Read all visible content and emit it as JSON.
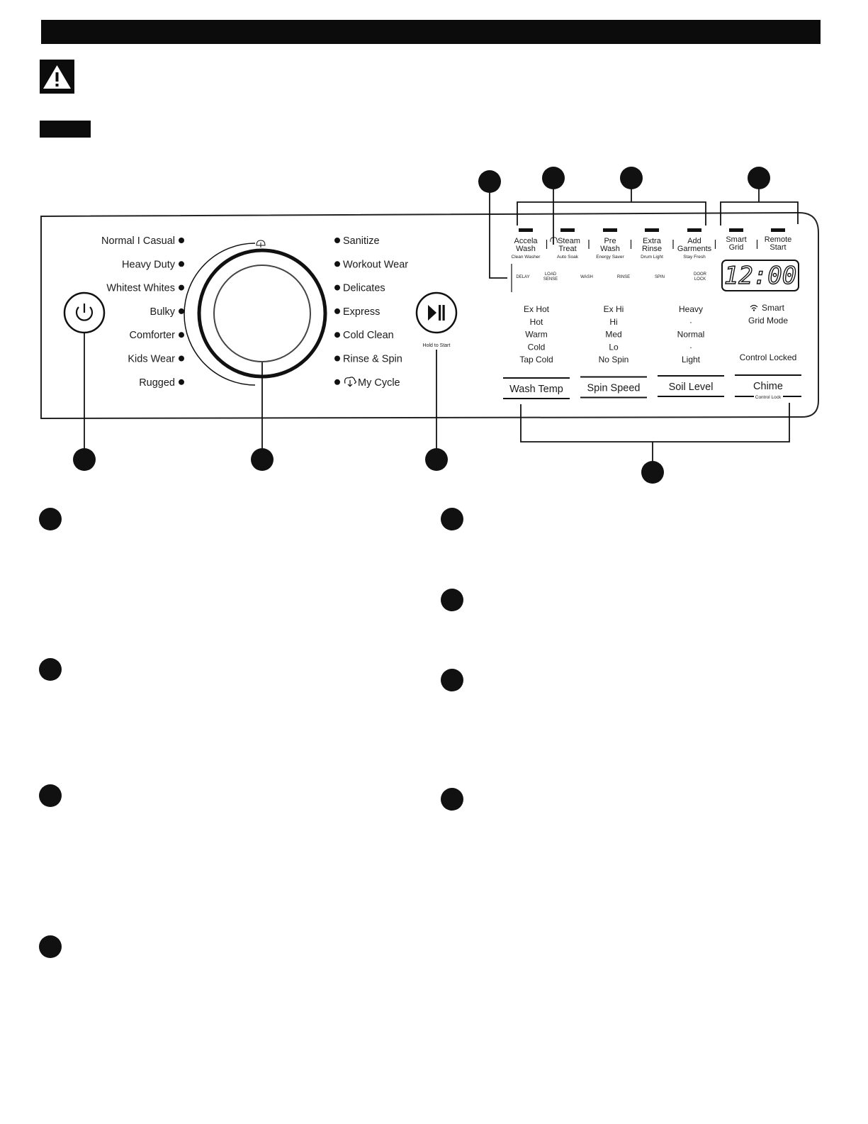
{
  "cycles_left": [
    "Normal I Casual",
    "Heavy Duty",
    "Whitest Whites",
    "Bulky",
    "Comforter",
    "Kids Wear",
    "Rugged"
  ],
  "cycles_right": [
    "Sanitize",
    "Workout Wear",
    "Delicates",
    "Express",
    "Cold Clean",
    "Rinse & Spin",
    "My Cycle"
  ],
  "start": {
    "hold_label": "Hold to Start"
  },
  "options": [
    {
      "l1": "Accela",
      "l2": "Wash",
      "sub": "Clean Washer"
    },
    {
      "l1": "Steam",
      "l2": "Treat",
      "sub": "Auto Soak"
    },
    {
      "l1": "Pre",
      "l2": "Wash",
      "sub": "Energy Saver"
    },
    {
      "l1": "Extra",
      "l2": "Rinse",
      "sub": "Drum Light"
    },
    {
      "l1": "Add",
      "l2": "Garments",
      "sub": "Stay Fresh"
    },
    {
      "l1": "Smart",
      "l2": "Grid",
      "sub": ""
    },
    {
      "l1": "Remote",
      "l2": "Start",
      "sub": ""
    }
  ],
  "status": [
    {
      "l1": "DELAY",
      "l2": ""
    },
    {
      "l1": "LOAD",
      "l2": "SENSE"
    },
    {
      "l1": "WASH",
      "l2": ""
    },
    {
      "l1": "RINSE",
      "l2": ""
    },
    {
      "l1": "SPIN",
      "l2": ""
    },
    {
      "l1": "DOOR",
      "l2": "LOCK"
    }
  ],
  "display": {
    "time": "12:00"
  },
  "wash_temp": {
    "button": "Wash Temp",
    "levels": [
      "Ex Hot",
      "Hot",
      "Warm",
      "Cold",
      "Tap Cold"
    ]
  },
  "spin_speed": {
    "button": "Spin Speed",
    "levels": [
      "Ex Hi",
      "Hi",
      "Med",
      "Lo",
      "No Spin"
    ]
  },
  "soil_level": {
    "button": "Soil Level",
    "levels": [
      "Heavy",
      "·",
      "Normal",
      "·",
      "Light"
    ]
  },
  "chime": {
    "button": "Chime",
    "sub": "Control Lock",
    "smart": "Smart",
    "grid_mode": "Grid Mode",
    "control_locked": "Control Locked"
  },
  "icons": [
    "warning-icon",
    "power-icon",
    "play-pause-icon",
    "wifi-icon",
    "cloud-download-icon"
  ],
  "colors": {
    "ink": "#111111",
    "panel_line": "#222222"
  }
}
